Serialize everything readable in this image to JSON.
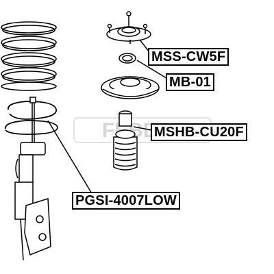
{
  "parts": {
    "top_mount": {
      "part_number": "MSS-CW5F"
    },
    "bearing": {
      "part_number": "MB-01"
    },
    "bump_stop_boot": {
      "part_number": "MSHB-CU20F"
    },
    "spring_insulator": {
      "part_number": "PGSI-4007LOW"
    }
  },
  "watermark": {
    "text": "FEBEST"
  },
  "colors": {
    "line": "#000000",
    "label_border": "#000000",
    "watermark": "#d6d6d6",
    "background": "#ffffff"
  }
}
